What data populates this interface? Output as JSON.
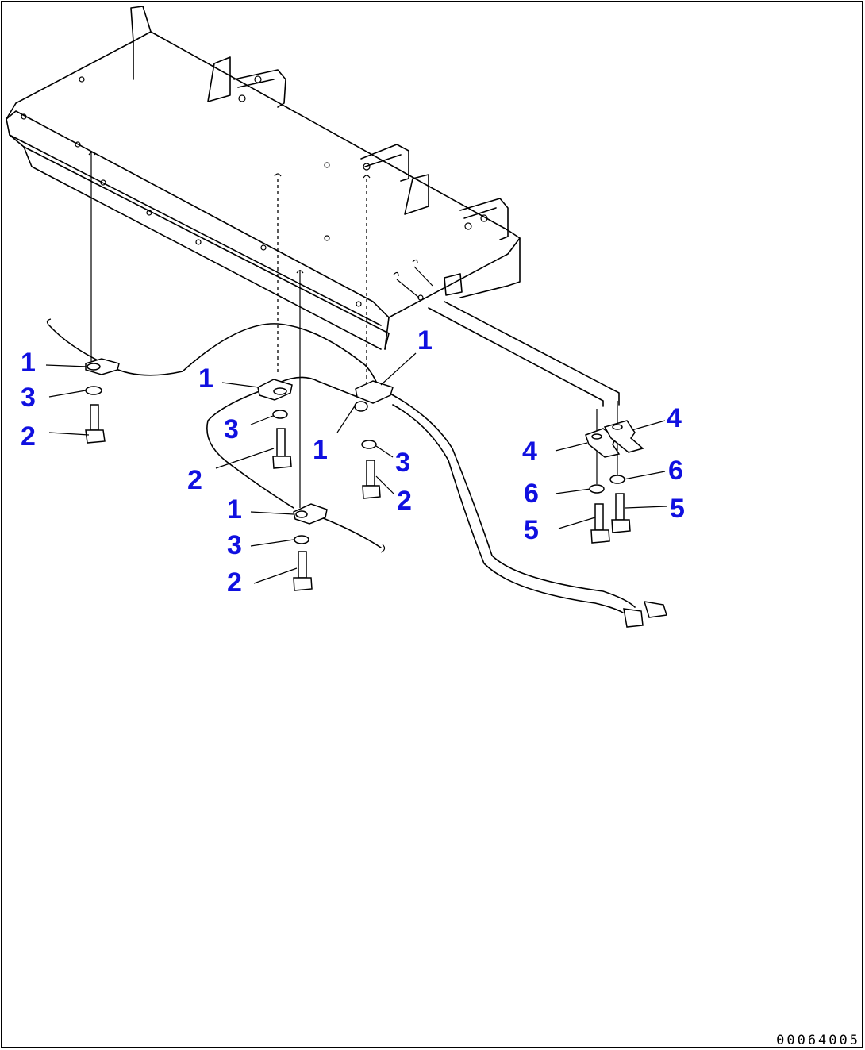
{
  "callouts": {
    "c1a": "1",
    "c1b": "1",
    "c1c": "1",
    "c1d": "1",
    "c1e": "1",
    "c2a": "2",
    "c2b": "2",
    "c2c": "2",
    "c2d": "2",
    "c3a": "3",
    "c3b": "3",
    "c3c": "3",
    "c3d": "3",
    "c4a": "4",
    "c4b": "4",
    "c5a": "5",
    "c5b": "5",
    "c6a": "6",
    "c6b": "6"
  },
  "drawing_code": "00064005",
  "colors": {
    "callout": "#1010e0",
    "line": "#000000",
    "background": "#ffffff"
  }
}
